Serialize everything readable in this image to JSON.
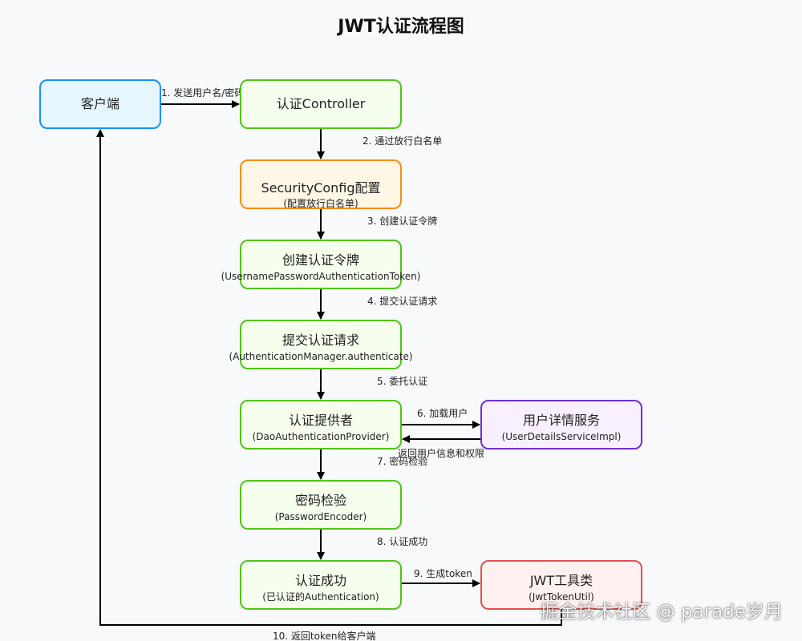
{
  "title": "JWT认证流程图",
  "colors": {
    "client_fill": "#e6f7ff",
    "client_stroke": "#1890ff",
    "green_fill": "#f6ffed",
    "green_stroke": "#52c41a",
    "orange_fill": "#fff7e6",
    "orange_stroke": "#fa8c16",
    "purple_fill": "#f9f0ff",
    "purple_stroke": "#722ed1",
    "red_fill": "#fff1f0",
    "red_stroke": "#e05050",
    "arrow": "#000000"
  },
  "nodes": {
    "client": {
      "title": "客户端",
      "sub": ""
    },
    "controller": {
      "title": "认证Controller",
      "sub": ""
    },
    "security_config": {
      "title": "SecurityConfig配置",
      "sub": "(配置放行白名单)"
    },
    "create_token": {
      "title": "创建认证令牌",
      "sub": "(UsernamePasswordAuthenticationToken)"
    },
    "submit_auth": {
      "title": "提交认证请求",
      "sub": "(AuthenticationManager.authenticate)"
    },
    "provider": {
      "title": "认证提供者",
      "sub": "(DaoAuthenticationProvider)"
    },
    "user_details": {
      "title": "用户详情服务",
      "sub": "(UserDetailsServiceImpl)"
    },
    "password_check": {
      "title": "密码检验",
      "sub": "(PasswordEncoder)"
    },
    "auth_success": {
      "title": "认证成功",
      "sub": "(已认证的Authentication)"
    },
    "jwt_util": {
      "title": "JWT工具类",
      "sub": "(JwtTokenUtil)"
    }
  },
  "edges": {
    "e1": "1. 发送用户名/密码",
    "e2": "2. 通过放行白名单",
    "e3": "3. 创建认证令牌",
    "e4": "4. 提交认证请求",
    "e5": "5. 委托认证",
    "e6": "6. 加载用户",
    "e6r": "返回用户信息和权限",
    "e7": "7. 密码检验",
    "e8": "8. 认证成功",
    "e9": "9. 生成token",
    "e10": "10. 返回token给客户端"
  },
  "watermark": "掘金技术社区 @ parade岁月"
}
